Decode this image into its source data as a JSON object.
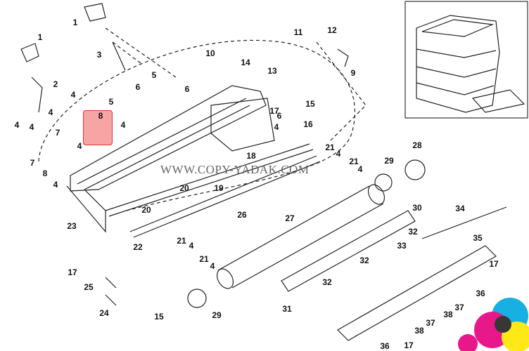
{
  "diagram": {
    "title": "Fusing unit exploded parts diagram",
    "watermark": "WWW.COPY-YADAK.COM",
    "highlighted_part": "8",
    "callouts": [
      "1",
      "1",
      "2",
      "3",
      "4",
      "5",
      "6",
      "5",
      "6",
      "4",
      "8",
      "4",
      "7",
      "4",
      "4",
      "4",
      "7",
      "8",
      "4",
      "10",
      "14",
      "11",
      "12",
      "9",
      "13",
      "15",
      "17",
      "6",
      "4",
      "16",
      "21",
      "4",
      "21",
      "4",
      "18",
      "19",
      "20",
      "20",
      "23",
      "26",
      "27",
      "29",
      "28",
      "30",
      "34",
      "32",
      "35",
      "33",
      "32",
      "32",
      "31",
      "22",
      "21",
      "4",
      "21",
      "4",
      "17",
      "17",
      "25",
      "24",
      "15",
      "29",
      "36",
      "37",
      "37",
      "38",
      "38",
      "36",
      "17"
    ]
  }
}
